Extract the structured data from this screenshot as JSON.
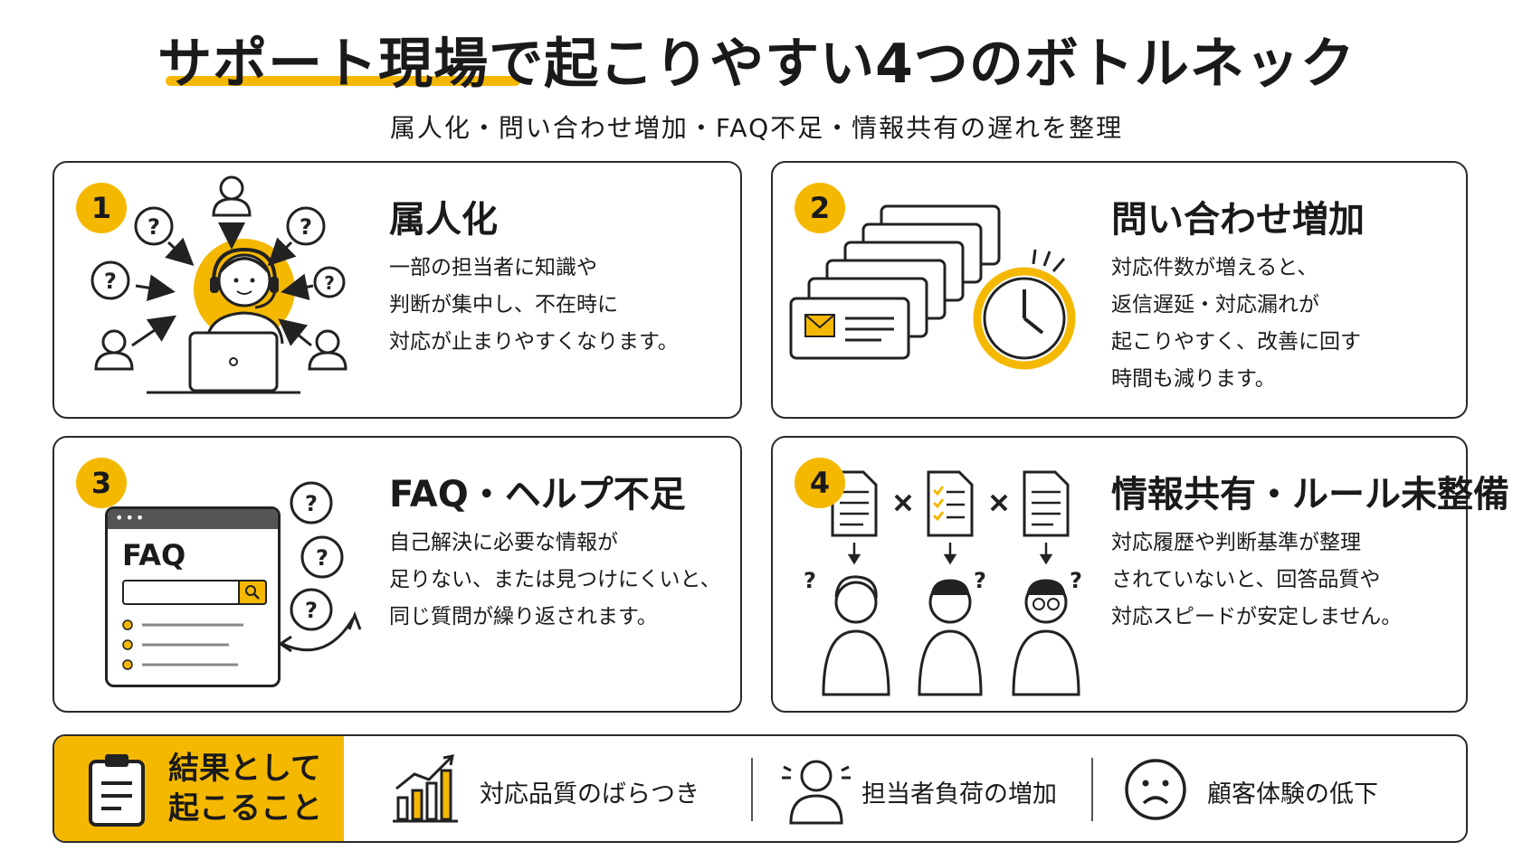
{
  "header": {
    "title": "サポート現場で起こりやすい4つのボトルネック",
    "subtitle": "属人化・問い合わせ増加・FAQ不足・情報共有の遅れを整理"
  },
  "cards": [
    {
      "number": "1",
      "title": "属人化",
      "lines": [
        "一部の担当者に知識や",
        "判断が集中し、不在時に",
        "対応が止まりやすくなります。"
      ]
    },
    {
      "number": "2",
      "title": "問い合わせ増加",
      "lines": [
        "対応件数が増えると、",
        "返信遅延・対応漏れが",
        "起こりやすく、改善に回す",
        "時間も減ります。"
      ]
    },
    {
      "number": "3",
      "title": "FAQ・ヘルプ不足",
      "lines": [
        "自己解決に必要な情報が",
        "足りない、または見つけにくいと、",
        "同じ質問が繰り返されます。"
      ]
    },
    {
      "number": "4",
      "title": "情報共有・ルール未整備",
      "lines": [
        "対応履歴や判断基準が整理",
        "されていないと、回答品質や",
        "対応スピードが安定しません。"
      ]
    }
  ],
  "faq_window": {
    "label": "FAQ",
    "dots": "•••"
  },
  "bottom": {
    "label": "結果として\n起こること",
    "effects": [
      {
        "label": "対応品質のばらつき",
        "icon": "bar-chart-icon"
      },
      {
        "label": "担当者負荷の増加",
        "icon": "stressed-person-icon"
      },
      {
        "label": "顧客体験の低下",
        "icon": "sad-face-icon"
      }
    ]
  },
  "colors": {
    "accent": "#f5b800",
    "ink": "#1a1a1a",
    "border": "#2a2a2a"
  }
}
